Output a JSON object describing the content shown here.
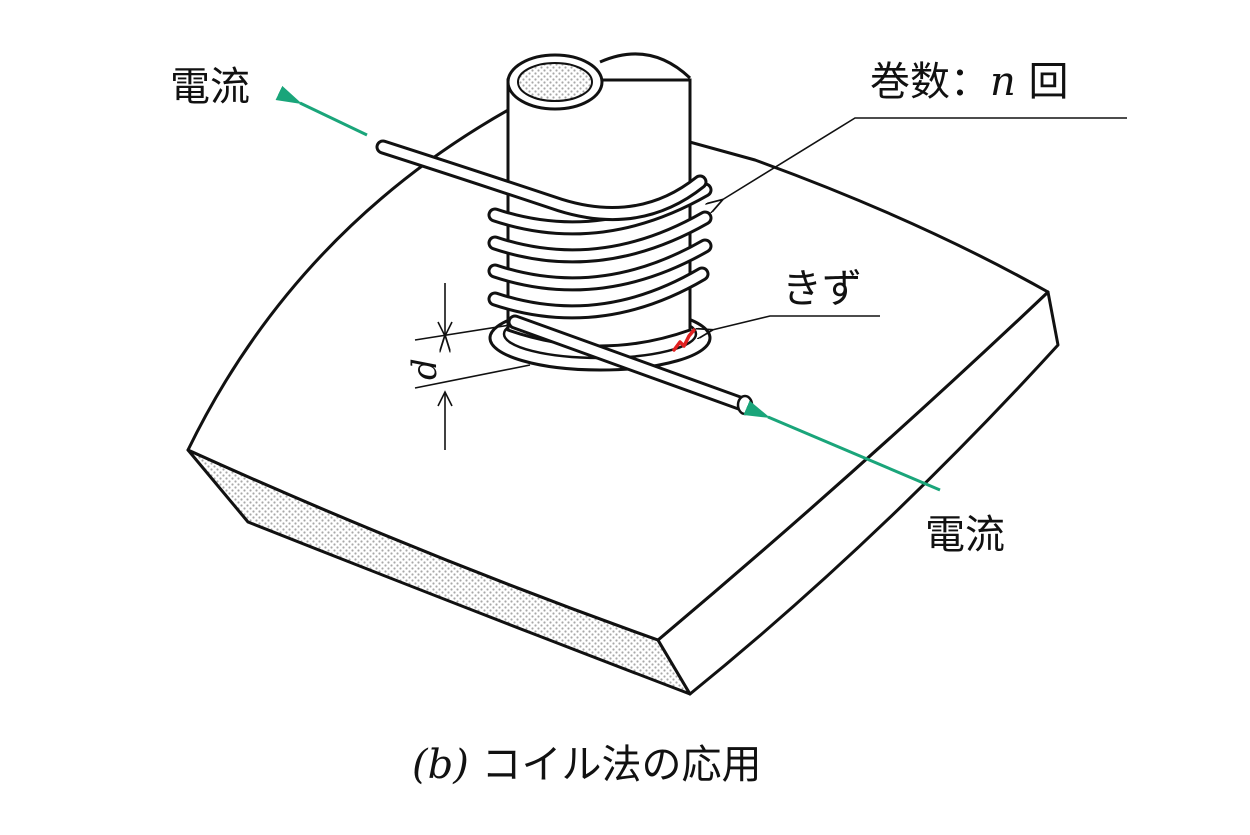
{
  "labels": {
    "current_top": "電流",
    "current_bottom": "電流",
    "turns_prefix": "巻数：",
    "turns_var": "n",
    "turns_suffix": " 回",
    "flaw": "きず",
    "dimension": "d"
  },
  "caption": {
    "index": "(b)",
    "text": " コイル法の応用"
  },
  "colors": {
    "current_arrow": "#1aa57a",
    "flaw": "#e02020",
    "line": "#111111",
    "stipple": "#9a9a9a"
  }
}
